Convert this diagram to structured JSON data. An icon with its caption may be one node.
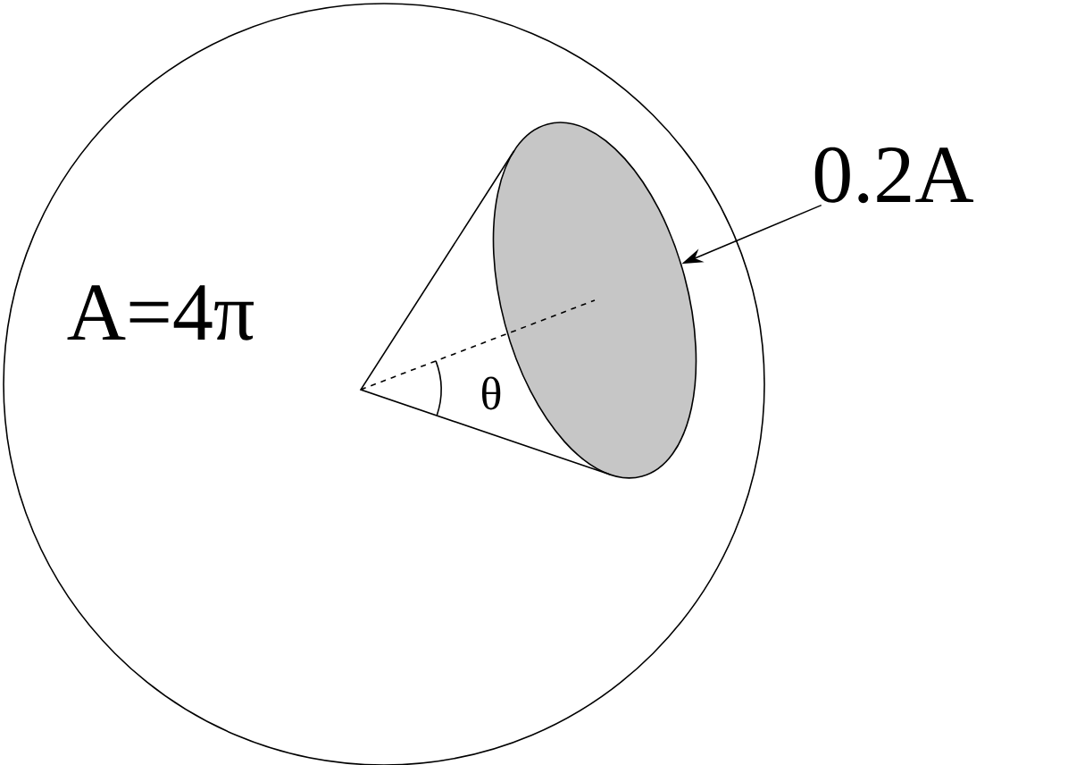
{
  "diagram": {
    "nodes": [
      {
        "text": [
          "A=4π"
        ]
      },
      {
        "text": [
          "0.2A"
        ]
      },
      {
        "text": [],
        "shape": "ellipse",
        "in": 0
      }
    ],
    "edges": [
      {
        "from": 1,
        "to": 2,
        "arrow": "to"
      }
    ],
    "labels": [
      "θ"
    ]
  }
}
